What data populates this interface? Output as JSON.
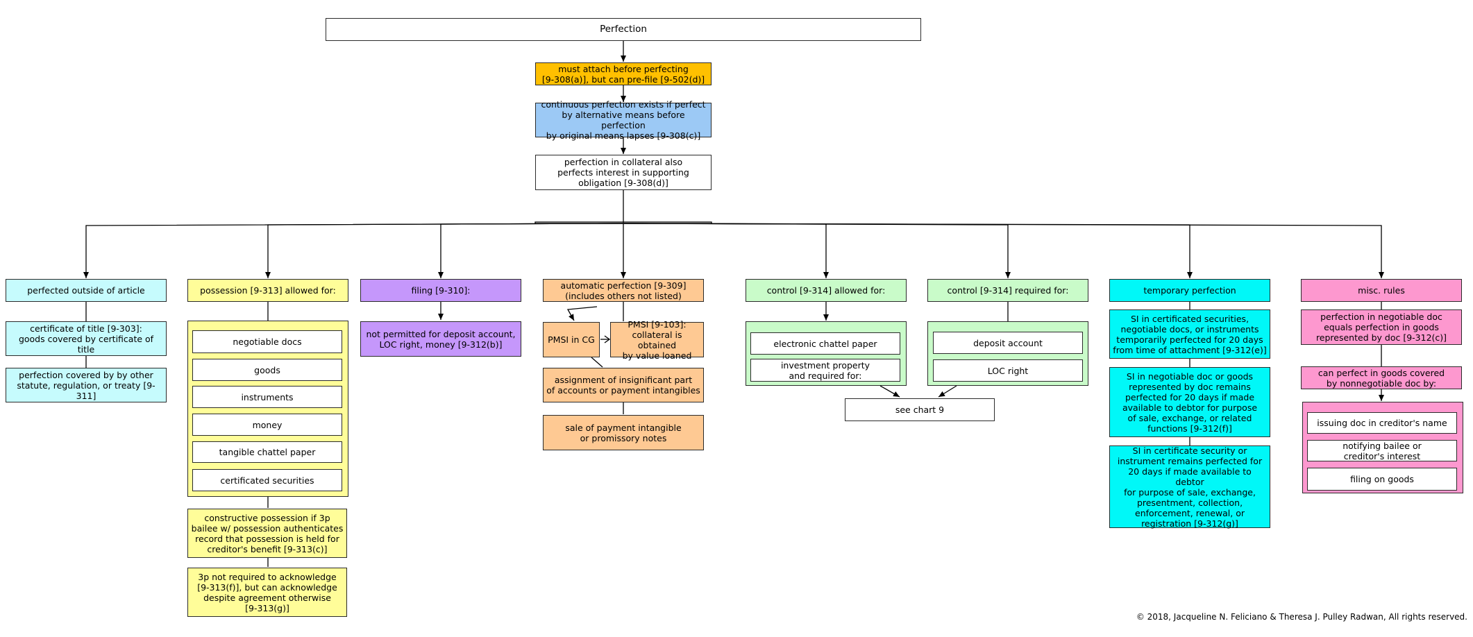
{
  "title": "Perfection",
  "chain": {
    "attach": "must attach before perfecting\n[9-308(a)], but can pre-file [9-502(d)]",
    "continuous": "continuous perfection exists if perfect\nby alternative means before perfection\nby original means lapses [9-308(c)]",
    "supporting": "perfection in collateral also\nperfects interest in supporting\nobligation [9-308(d)]"
  },
  "col_outside": {
    "head": "perfected outside of article",
    "items": [
      "certificate of title [9-303]:\ngoods covered by certificate of title",
      "perfection covered by by other\nstatute, regulation, or treaty [9-311]"
    ]
  },
  "col_possession": {
    "head": "possession [9-313]  allowed for:",
    "items": [
      "negotiable docs",
      "goods",
      "instruments",
      "money",
      "tangible chattel paper",
      "certificated securities"
    ],
    "constructive": "constructive possession if 3p\nbailee w/ possession authenticates\nrecord that possession is held for\ncreditor's benefit [9-313(c)]",
    "acknowledge": "3p not required to acknowledge\n[9-313(f)], but can acknowledge\ndespite agreement otherwise\n[9-313(g)]"
  },
  "col_filing": {
    "head": "filing [9-310]:",
    "note": "not permitted for deposit account,\nLOC right, money [9-312(b)]"
  },
  "col_auto": {
    "head": "automatic perfection [9-309]\n(includes others not listed)",
    "pmsi_cg": "PMSI in CG",
    "pmsi_def": "PMSI [9-103]:\ncollateral is obtained\nby value loaned",
    "assignment": "assignment of insignificant part\nof accounts or payment intangibles",
    "sale": "sale of payment intangible\nor promissory notes"
  },
  "col_control_allowed": {
    "head": "control [9-314]  allowed for:",
    "items": [
      "electronic chattel paper",
      "investment property\nand required for:"
    ]
  },
  "col_control_required": {
    "head": "control [9-314]  required for:",
    "items": [
      "deposit account",
      "LOC right"
    ]
  },
  "see_chart": "see chart 9",
  "col_temporary": {
    "head": "temporary perfection",
    "items": [
      "SI in certificated securities,\nnegotiable docs, or instruments\ntemporarily perfected for 20 days\nfrom time of attachment [9-312(e)]",
      "SI in negotiable doc or goods\nrepresented by doc remains\nperfected for 20 days if made\navailable to debtor for purpose\nof sale, exchange, or related\nfunctions [9-312(f)]",
      "SI in certificate security or\ninstrument remains perfected for\n20 days if made available to debtor\nfor purpose of sale, exchange,\npresentment, collection,\nenforcement, renewal, or\nregistration [9-312(g)]"
    ]
  },
  "col_misc": {
    "head": "misc. rules",
    "negotiable": "perfection in negotiable doc\nequals perfection in goods\nrepresented by doc [9-312(c)]",
    "nonnegotiable": "can perfect in goods covered\nby nonnegotiable doc by:",
    "items": [
      "issuing doc in creditor's name",
      "notifying bailee or\ncreditor's interest",
      "filing on goods"
    ]
  },
  "copyright": "© 2018, Jacqueline N. Feliciano & Theresa J. Pulley Radwan, All rights reserved."
}
